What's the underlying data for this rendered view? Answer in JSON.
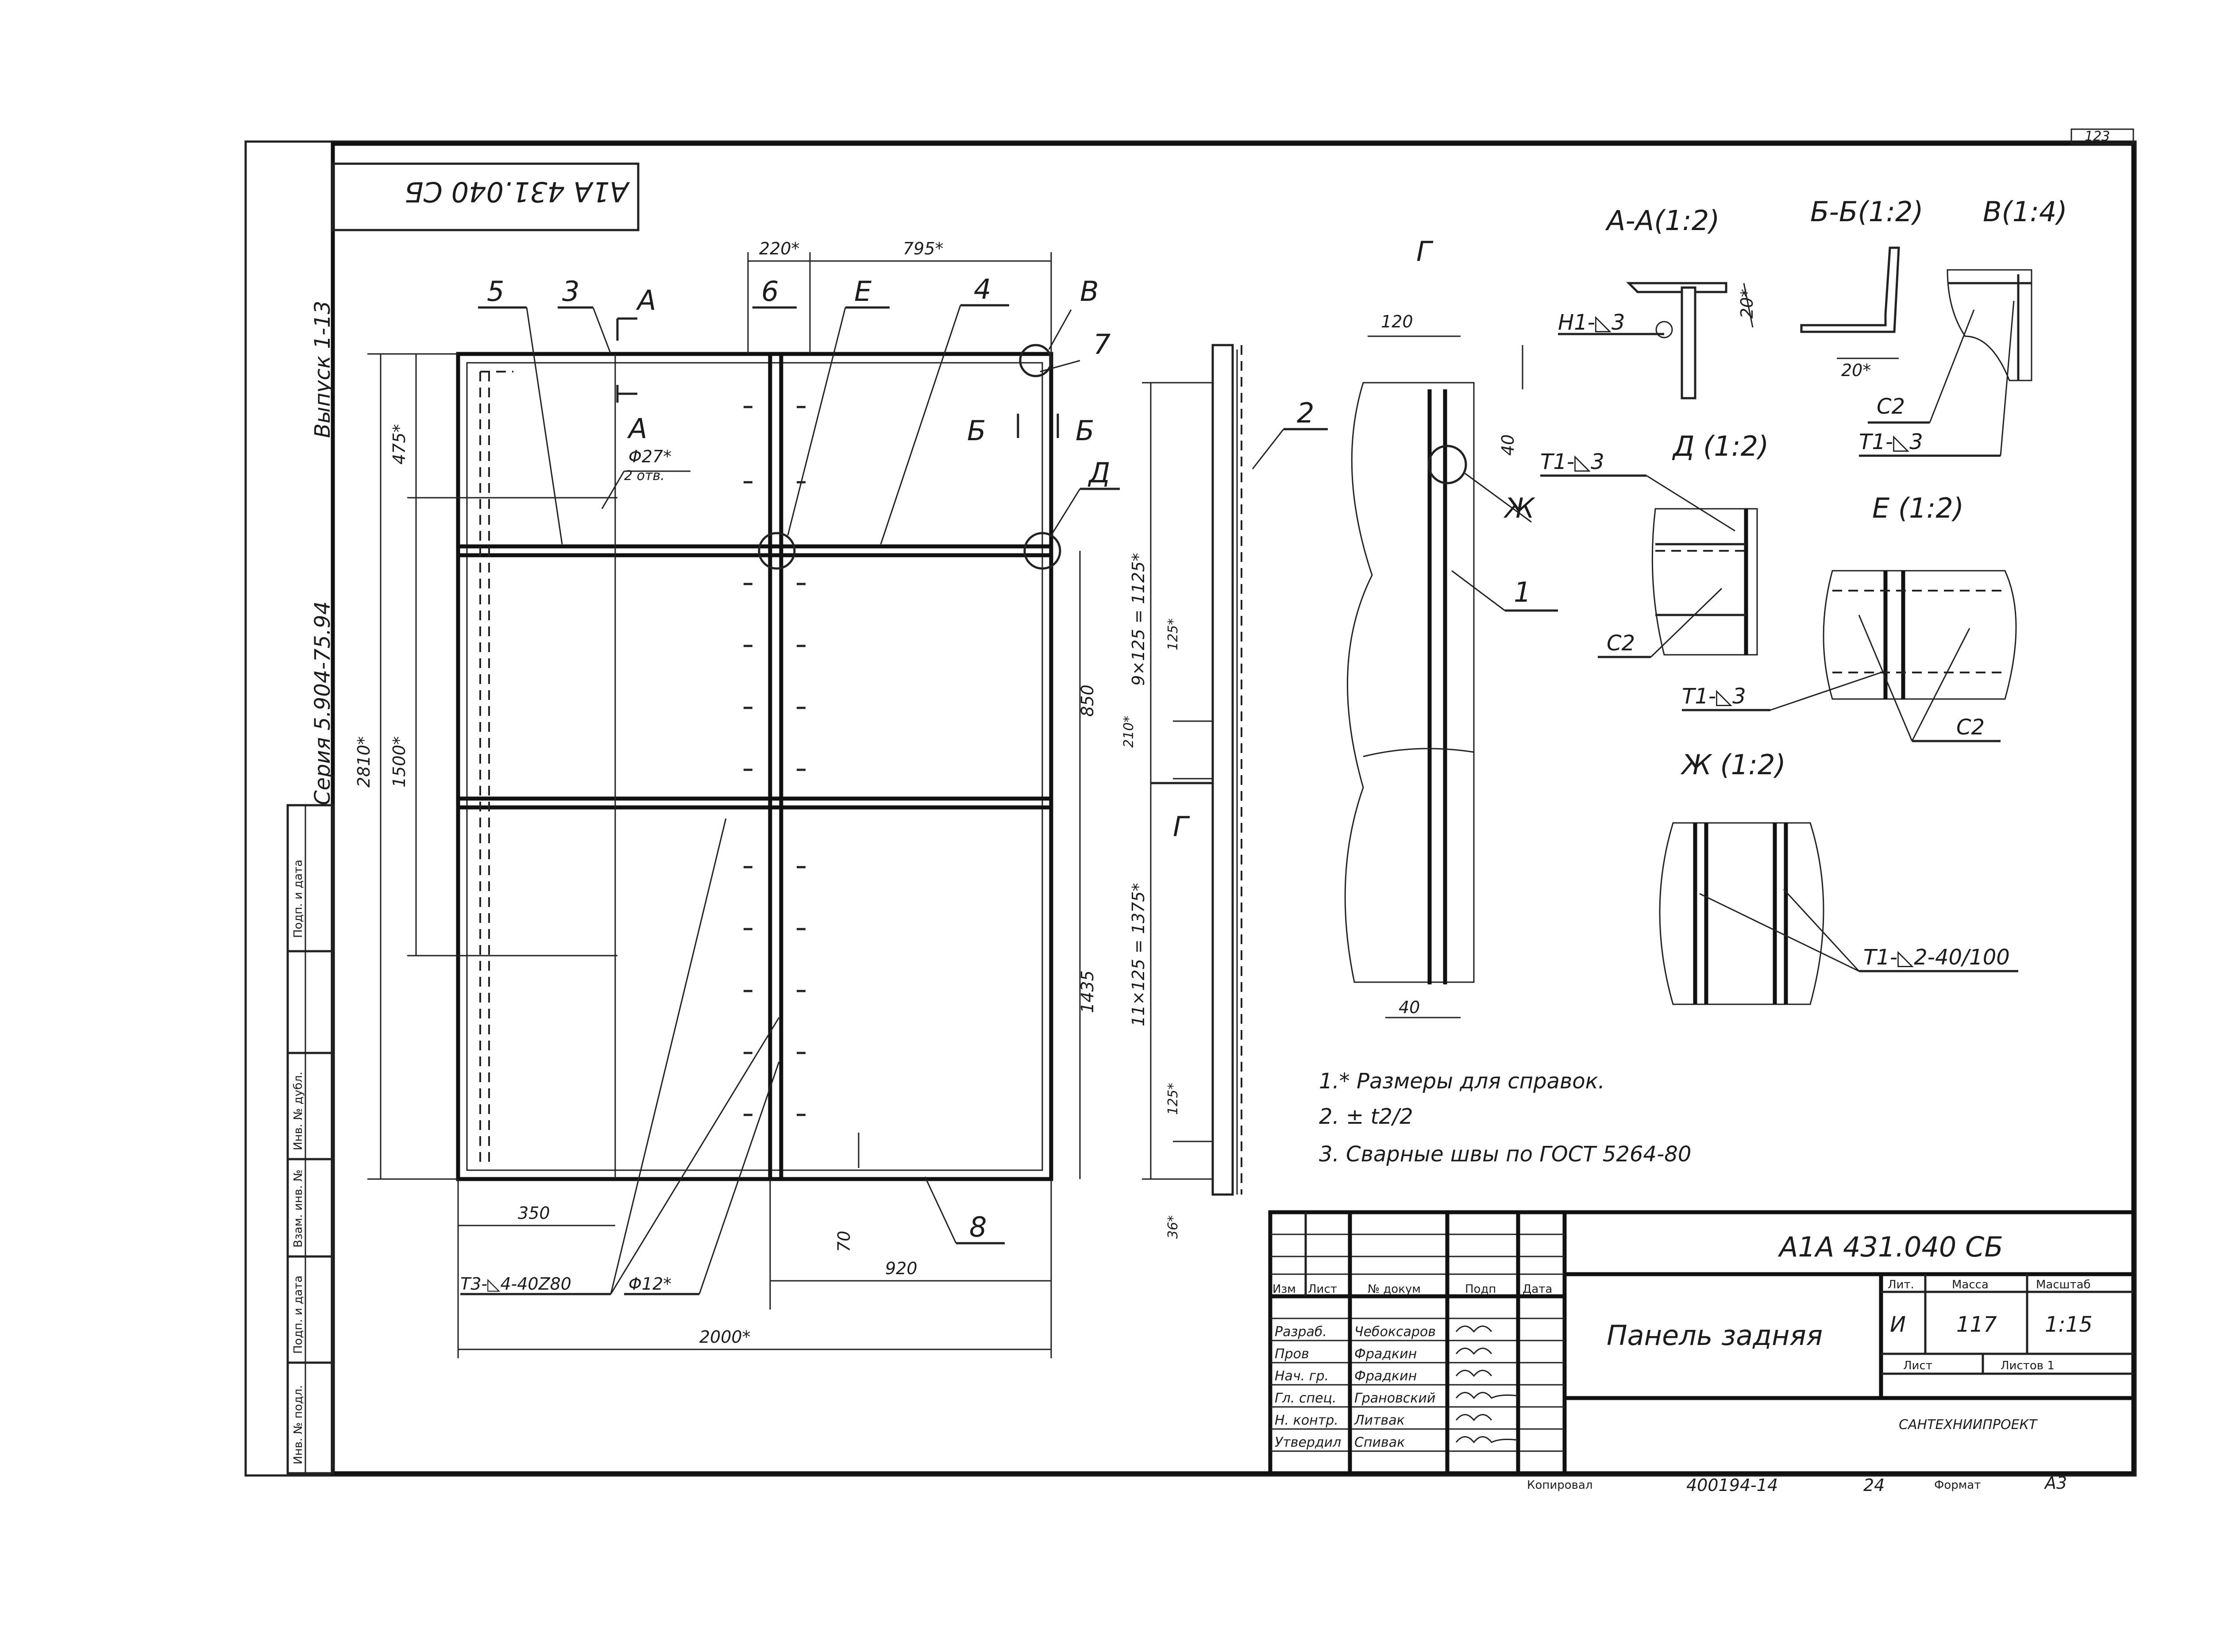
{
  "drawing": {
    "code": "А1А 431.040 СБ",
    "code_top_rotated": "А1А 431.040 СБ",
    "series": "Серия 5.904-75.94",
    "issue": "Выпуск 1-13",
    "sheet_corner": "123",
    "title": "Панель задняя"
  },
  "title_block": {
    "headers": [
      "Изм",
      "Лист",
      "№ докум",
      "Подп",
      "Дата"
    ],
    "roles": [
      {
        "role": "Разраб.",
        "name": "Чебоксаров"
      },
      {
        "role": "Пров",
        "name": "Фрадкин"
      },
      {
        "role": "Нач. гр.",
        "name": "Фрадкин"
      },
      {
        "role": "Гл. спец.",
        "name": "Грановский"
      },
      {
        "role": "Н. контр.",
        "name": "Литвак"
      },
      {
        "role": "Утвердил",
        "name": "Спивак"
      }
    ],
    "lit_label": "Лит.",
    "mass_label": "Масса",
    "scale_label": "Масштаб",
    "lit_value": "И",
    "mass_value": "117",
    "scale_value": "1:15",
    "sheet_label": "Лист",
    "sheets_label": "Листов 1",
    "organization": "САНТЕХНИИПРОЕКТ",
    "copied_label": "Копировал",
    "archive_number": "400194-14",
    "archive_sheet": "24",
    "format_label": "Формат",
    "format_value": "А3"
  },
  "side_stamps": [
    "Инв. № подл.",
    "Подп. и дата",
    "Взам. инв. №",
    "Инв. № дубл.",
    "Подп. и дата"
  ],
  "notes": [
    "1.* Размеры для справок.",
    "2. ± t2/2",
    "3. Сварные швы по ГОСТ 5264-80"
  ],
  "main_view": {
    "position_numbers": [
      "5",
      "3",
      "6",
      "Е",
      "4",
      "В",
      "7",
      "Д",
      "2",
      "8",
      "Г"
    ],
    "section_marks": [
      "А",
      "А",
      "Б",
      "Б"
    ],
    "dimensions": {
      "d220": "220*",
      "d795": "795*",
      "d475": "475*",
      "d2810": "2810*",
      "d1500": "1500*",
      "d850": "850",
      "d1435": "1435",
      "d350": "350",
      "d920": "920",
      "d2000": "2000*",
      "d70": "70",
      "d36": "36*",
      "d9x125": "9×125 = 1125*",
      "d11x125": "11×125 = 1375*",
      "d125a": "125*",
      "d125b": "125*",
      "d210": "210*",
      "hole27": "Φ27*",
      "hole27_count": "2 отв.",
      "hole12": "Φ12*",
      "weld_t3": "Т3-◺4-40Z80"
    }
  },
  "detail_g": {
    "title": "Г",
    "dims": {
      "d120": "120",
      "d40a": "40",
      "d40b": "40"
    },
    "labels": [
      "Ж",
      "1"
    ]
  },
  "sections": {
    "aa": {
      "title": "А-А(1:2)",
      "weld": "Н1-◺3",
      "dim": "20*"
    },
    "bb": {
      "title": "Б-Б(1:2)",
      "dim": "20*"
    },
    "v": {
      "title": "В(1:4)",
      "weld_c2": "С2",
      "weld_t1": "Т1-◺3"
    },
    "d": {
      "title": "Д (1:2)",
      "weld_t1": "Т1-◺3",
      "weld_c2": "С2"
    },
    "e": {
      "title": "Е (1:2)",
      "weld_t1": "Т1-◺3",
      "weld_c2": "С2"
    },
    "zh": {
      "title": "Ж (1:2)",
      "weld": "Т1-◺2-40/100"
    }
  }
}
